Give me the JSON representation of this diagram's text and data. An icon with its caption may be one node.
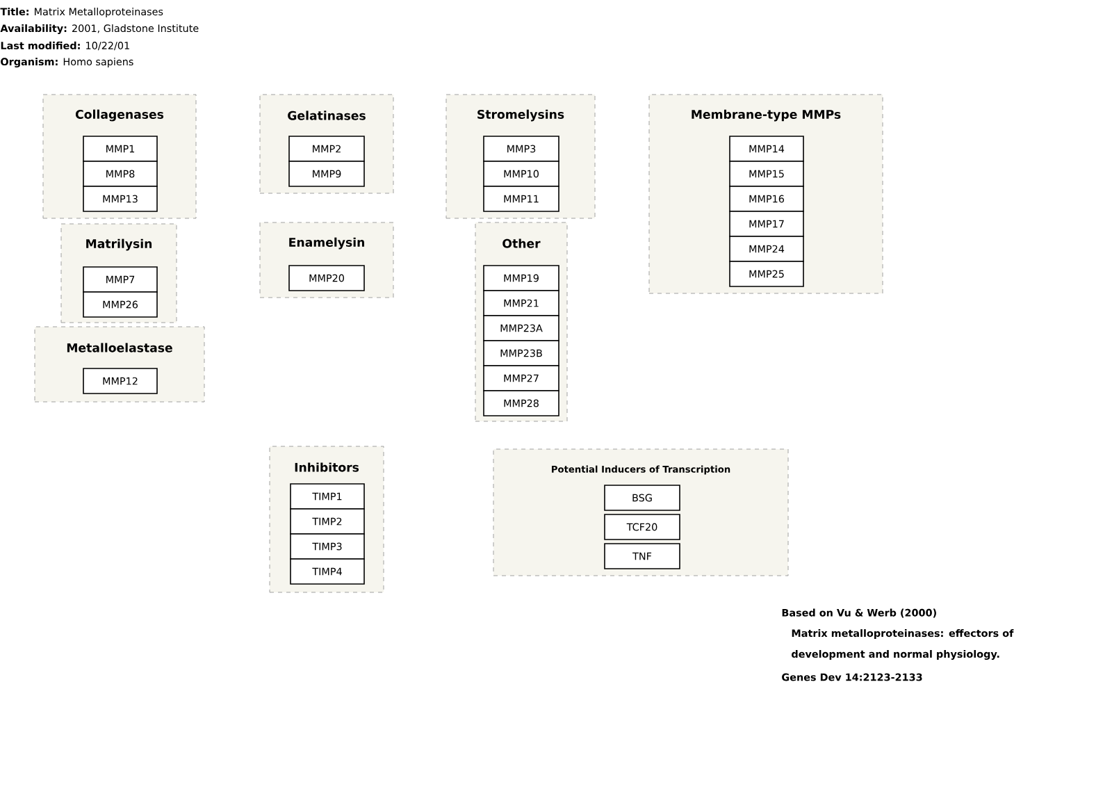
{
  "diagram": {
    "nodes": [
      {
        "text": [
          "Collagenases"
        ]
      },
      {
        "text": [
          "MMP1"
        ],
        "in": 0
      },
      {
        "text": [
          "MMP8"
        ],
        "in": 0
      },
      {
        "text": [
          "MMP13"
        ],
        "in": 0
      },
      {
        "text": [
          "Gelatinases"
        ]
      },
      {
        "text": [
          "MMP2"
        ],
        "in": 4
      },
      {
        "text": [
          "MMP9"
        ],
        "in": 4
      },
      {
        "text": [
          "Stromelysins"
        ]
      },
      {
        "text": [
          "MMP3"
        ],
        "in": 7
      },
      {
        "text": [
          "MMP10"
        ],
        "in": 7
      },
      {
        "text": [
          "MMP11"
        ],
        "in": 7
      },
      {
        "text": [
          "Membrane-type MMPs"
        ]
      },
      {
        "text": [
          "MMP14"
        ],
        "in": 11
      },
      {
        "text": [
          "MMP15"
        ],
        "in": 11
      },
      {
        "text": [
          "MMP16"
        ],
        "in": 11
      },
      {
        "text": [
          "MMP17"
        ],
        "in": 11
      },
      {
        "text": [
          "MMP24"
        ],
        "in": 11
      },
      {
        "text": [
          "MMP25"
        ],
        "in": 11
      },
      {
        "text": [
          "Matrilysin"
        ]
      },
      {
        "text": [
          "MMP7"
        ],
        "in": 18
      },
      {
        "text": [
          "MMP26"
        ],
        "in": 18
      },
      {
        "text": [
          "Enamelysin"
        ]
      },
      {
        "text": [
          "MMP20"
        ],
        "in": 21
      },
      {
        "text": [
          "Other"
        ]
      },
      {
        "text": [
          "MMP19"
        ],
        "in": 23
      },
      {
        "text": [
          "MMP21"
        ],
        "in": 23
      },
      {
        "text": [
          "MMP23A"
        ],
        "in": 23
      },
      {
        "text": [
          "MMP23B"
        ],
        "in": 23
      },
      {
        "text": [
          "MMP27"
        ],
        "in": 23
      },
      {
        "text": [
          "MMP28"
        ],
        "in": 23
      },
      {
        "text": [
          "Metalloelastase"
        ]
      },
      {
        "text": [
          "MMP12"
        ],
        "in": 30
      },
      {
        "text": [
          "Inhibitors"
        ]
      },
      {
        "text": [
          "TIMP1"
        ],
        "in": 32
      },
      {
        "text": [
          "TIMP2"
        ],
        "in": 32
      },
      {
        "text": [
          "TIMP3"
        ],
        "in": 32
      },
      {
        "text": [
          "TIMP4"
        ],
        "in": 32
      },
      {
        "text": [
          "Potential Inducers of Transcription"
        ]
      },
      {
        "text": [
          "BSG"
        ],
        "in": 37
      },
      {
        "text": [
          "TCF20"
        ],
        "in": 37
      },
      {
        "text": [
          "TNF"
        ],
        "in": 37
      }
    ],
    "edges": [],
    "labels": [
      "**Title:**  Matrix Metalloproteinases",
      "**Availability:**  2001, Gladstone Institute",
      "**Last modified:**  10/22/01",
      "**Organism:**  Homo sapiens",
      "Based on Vu & Werb (2000)",
      "Matrix metalloproteinases: effectors of",
      "development and normal physiology.",
      "Genes Dev 14:2123-2133"
    ]
  }
}
